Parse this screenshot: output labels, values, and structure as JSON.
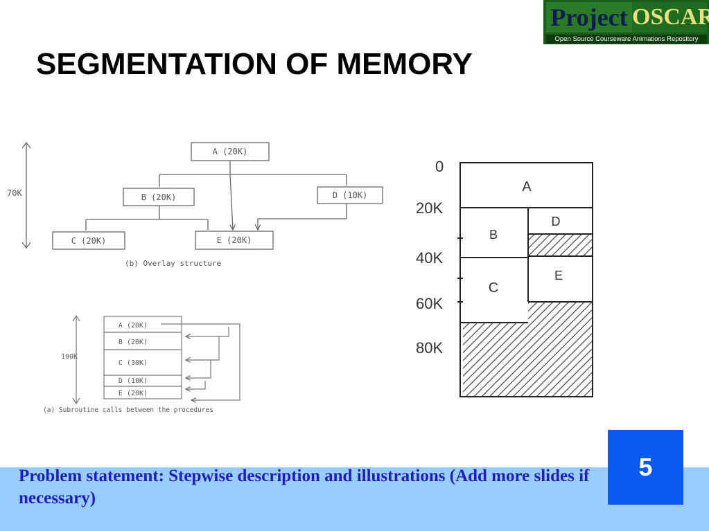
{
  "logo": {
    "word1": "Project",
    "word2": "OSCAR",
    "tagline": "Open Source Courseware Animations Repository"
  },
  "title": "SEGMENTATION OF MEMORY",
  "overlay_diagram": {
    "side_label": "70K",
    "node_a": "A (20K)",
    "node_b": "B (20K)",
    "node_d": "D (10K)",
    "node_c": "C (20K)",
    "node_e": "E (20K)",
    "caption": "(b) Overlay structure"
  },
  "subroutine_diagram": {
    "side_label": "100K",
    "rows": [
      "A (20K)",
      "B (20K)",
      "C (30K)",
      "D (10K)",
      "E (20K)"
    ],
    "caption": "(a) Subroutine calls between the procedures"
  },
  "memory_map": {
    "addresses": [
      "0",
      "20K",
      "40K",
      "60K",
      "80K"
    ],
    "segments": [
      "A",
      "B",
      "D",
      "C",
      "E"
    ]
  },
  "footer": {
    "problem_statement": "Problem statement: Stepwise description and illustrations (Add more slides if necessary)",
    "page_number": "5"
  },
  "colors": {
    "band": "#99ccff",
    "problem_text": "#1f1fb8",
    "page_box": "#0a59f0"
  }
}
